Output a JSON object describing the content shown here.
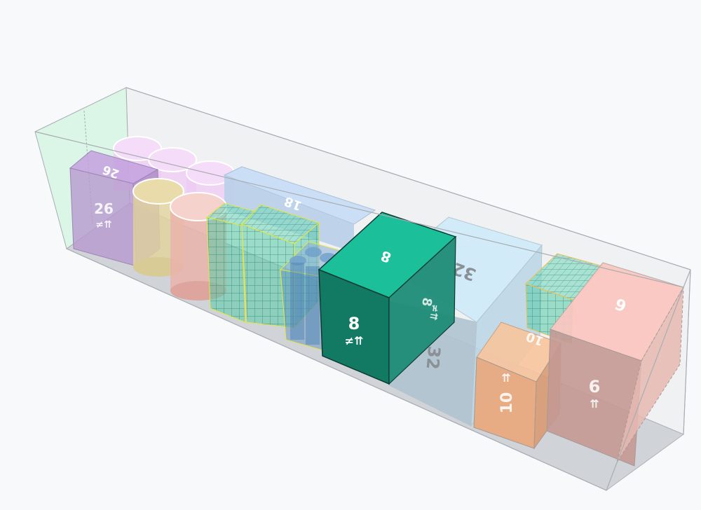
{
  "scene": {
    "title": "Container load 3D view",
    "colors": {
      "background": "#f8f9fb",
      "container_edge": "#a9adb2",
      "floor": "#c9cdd0",
      "end_wall": "#d7f5e3",
      "selected_box": "#127a62",
      "selected_box_top": "#1bbf9a"
    }
  },
  "cargo": [
    {
      "id": "purple-box",
      "top_label": "26",
      "front_label": "26",
      "front_symbol": "≠⇈",
      "color": "#b89ad0"
    },
    {
      "id": "purple-cylinders",
      "color": "#eec9f4"
    },
    {
      "id": "yellow-cylinder",
      "color": "#e2d49c"
    },
    {
      "id": "pink-cylinder",
      "color": "#eab3ac"
    },
    {
      "id": "blue-box",
      "top_label": "18",
      "color": "#c7dcf4"
    },
    {
      "id": "green-grid-pallet-1",
      "color": "#3bbf9c"
    },
    {
      "id": "green-grid-pallet-2",
      "color": "#3bbf9c"
    },
    {
      "id": "blue-cylinder-pallet",
      "color": "#5b8fbf"
    },
    {
      "id": "teal-box",
      "top_label": "8",
      "front_label": "8",
      "front_symbol": "≠⇈",
      "side_label": "8",
      "side_symbol": "≠⇈",
      "color": "#127a62"
    },
    {
      "id": "lightblue-box",
      "top_label": "32",
      "side_label": "32",
      "color": "#cfeaf8"
    },
    {
      "id": "orange-box",
      "top_label": "10",
      "front_label": "10",
      "front_symbol": "⇈",
      "color": "#e9a77a"
    },
    {
      "id": "small-grid-pallet",
      "color": "#3bbf9c"
    },
    {
      "id": "red-box",
      "top_label": "6",
      "front_label": "6",
      "front_symbol": "⇈",
      "color": "#f2a39a"
    }
  ]
}
